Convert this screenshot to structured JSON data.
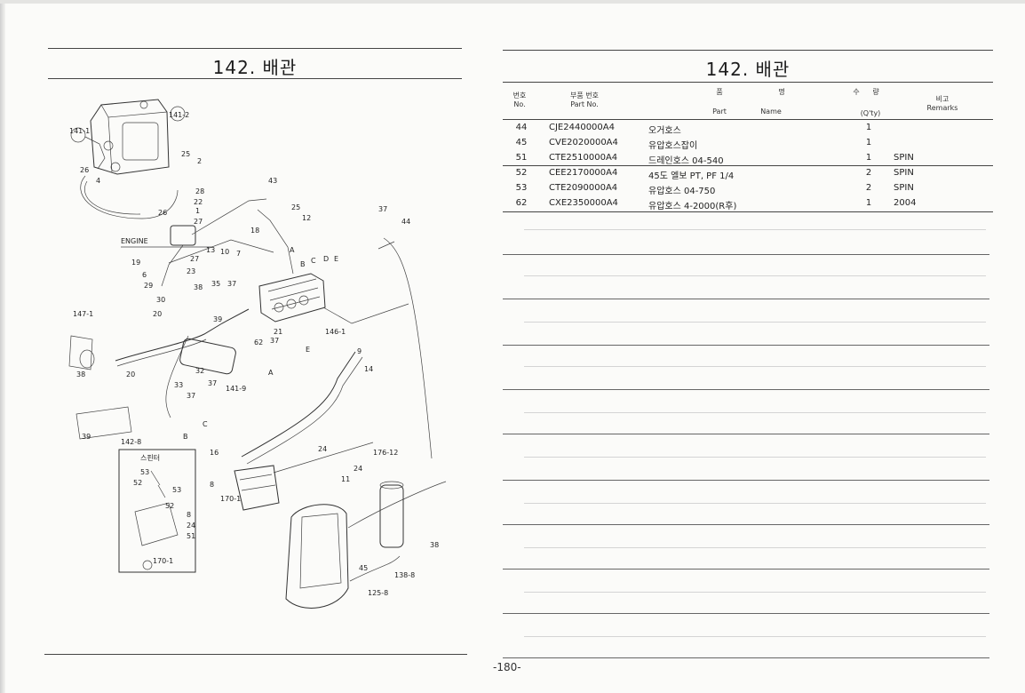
{
  "page_title_left": "142. 배관",
  "page_title_right": "142. 배관",
  "table_headers": {
    "no_ko": "번호",
    "no_en": "No.",
    "part_no_ko": "부품 번호",
    "part_no_en": "Part  No.",
    "name_ko_1": "품",
    "name_ko_2": "명",
    "name_en_1": "Part",
    "name_en_2": "Name",
    "qty_ko_1": "수",
    "qty_ko_2": "량",
    "qty_en": "(Q'ty)",
    "remarks_ko": "비고",
    "remarks_en": "Remarks"
  },
  "parts": [
    {
      "no": "44",
      "part_no": "CJE2440000A4",
      "name": "오거호스",
      "qty": "1",
      "remarks": ""
    },
    {
      "no": "45",
      "part_no": "CVE2020000A4",
      "name": "유압호스잡이",
      "qty": "1",
      "remarks": ""
    },
    {
      "no": "51",
      "part_no": "CTE2510000A4",
      "name": "드레인호스 04-540",
      "qty": "1",
      "remarks": "SPIN"
    },
    {
      "no": "52",
      "part_no": "CEE2170000A4",
      "name": "45도 엘보 PT, PF 1/4",
      "qty": "2",
      "remarks": "SPIN"
    },
    {
      "no": "53",
      "part_no": "CTE2090000A4",
      "name": "유압호스 04-750",
      "qty": "2",
      "remarks": "SPIN"
    },
    {
      "no": "62",
      "part_no": "CXE2350000A4",
      "name": "유압호스 4-2000(R후)",
      "qty": "1",
      "remarks": "2004"
    }
  ],
  "page_number": "-180-",
  "diagram": {
    "engine_label": "ENGINE",
    "spinner_label": "스핀터",
    "callouts": [
      "141-2",
      "141-1",
      "25",
      "2",
      "26",
      "4",
      "43",
      "28",
      "22",
      "26",
      "1",
      "27",
      "25",
      "12",
      "18",
      "13",
      "10",
      "7",
      "19",
      "27",
      "6",
      "23",
      "29",
      "35",
      "37",
      "38",
      "30",
      "A",
      "B",
      "C",
      "D",
      "E",
      "147-1",
      "20",
      "39",
      "21",
      "62",
      "37",
      "146-1",
      "9",
      "14",
      "38",
      "20",
      "33",
      "37",
      "32",
      "37",
      "141-9",
      "A",
      "E",
      "39",
      "142-8",
      "B",
      "C",
      "53",
      "52",
      "53",
      "52",
      "8",
      "24",
      "51",
      "170-1",
      "16",
      "8",
      "170-1",
      "24",
      "24",
      "11",
      "176-12",
      "37",
      "44",
      "45",
      "38",
      "138-8",
      "125-8"
    ]
  }
}
